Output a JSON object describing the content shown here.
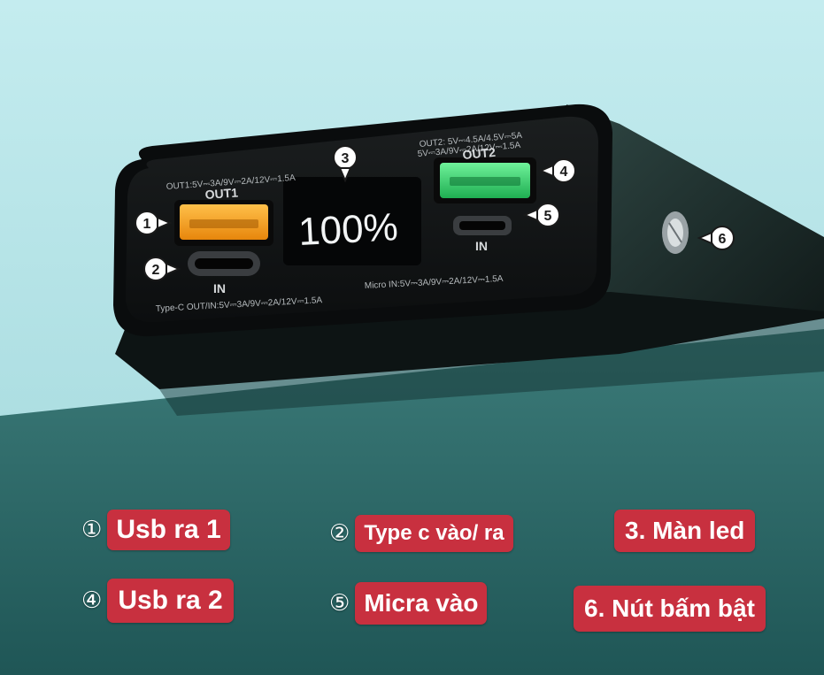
{
  "device": {
    "out1_spec": "OUT1:5V⎓3A/9V⎓2A/12V⎓1.5A",
    "out1_label": "OUT1",
    "out2_spec_line1": "OUT2: 5V⎓4.5A/4.5V⎓5A",
    "out2_spec_line2": "5V⎓3A/9V⎓2A/12V⎓1.5A",
    "out2_label": "OUT2",
    "display_value": "100%",
    "typec_spec": "Type-C OUT/IN:5V⎓3A/9V⎓2A/12V⎓1.5A",
    "micro_spec": "Micro IN:5V⎓3A/9V⎓2A/12V⎓1.5A",
    "in_label": "IN",
    "callouts": [
      "1",
      "2",
      "3",
      "4",
      "5",
      "6"
    ]
  },
  "captions": [
    {
      "marker": "①",
      "text": "Usb ra 1"
    },
    {
      "marker": "②",
      "text": "Type c vào/ ra"
    },
    {
      "marker": "",
      "text": "3. Màn led"
    },
    {
      "marker": "④",
      "text": "Usb ra 2"
    },
    {
      "marker": "⑤",
      "text": "Micra vào"
    },
    {
      "marker": "",
      "text": "6. Nút bấm bật"
    }
  ],
  "colors": {
    "background_top": "#b8e6ea",
    "background_bottom": "#2f6f6e",
    "usb_out1": "#f3a21b",
    "usb_out2": "#35d06e",
    "caption_pill": "#c8303f",
    "device_body": "#1e2a2a"
  }
}
